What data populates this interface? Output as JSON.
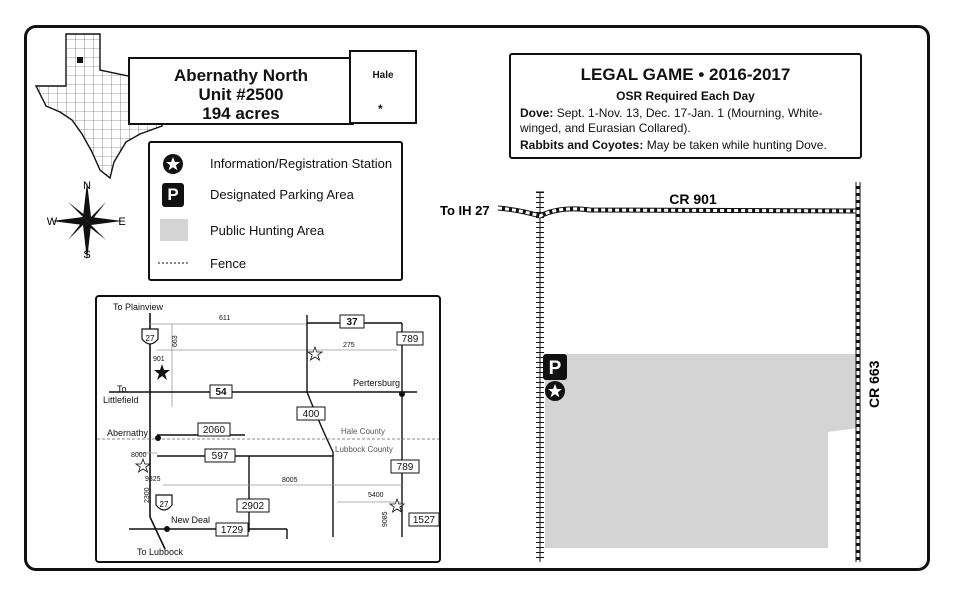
{
  "title": {
    "line1": "Abernathy North",
    "line2": "Unit #2500",
    "line3": "194 acres"
  },
  "county": {
    "name": "Hale",
    "marker": "*"
  },
  "legal_game": {
    "title": "LEGAL GAME • 2016-2017",
    "subtitle": "OSR Required Each Day",
    "dove_label": "Dove:",
    "dove_text": "Sept. 1-Nov. 13, Dec. 17-Jan. 1 (Mourning, White-winged, and Eurasian Collared).",
    "rabbits_label": "Rabbits and Coyotes:",
    "rabbits_text": "May be taken while hunting Dove."
  },
  "legend": {
    "station": "Information/Registration Station",
    "parking": "Designated Parking Area",
    "public_area": "Public Hunting Area",
    "fence": "Fence",
    "parking_symbol": "P"
  },
  "compass": {
    "n": "N",
    "s": "S",
    "e": "E",
    "w": "W"
  },
  "main_map": {
    "road_north": "CR 901",
    "road_east": "CR 663",
    "to_ih27": "To IH 27",
    "parking_symbol": "P"
  },
  "inset_map": {
    "to_plainview": "To Plainview",
    "to_littlefield_1": "To",
    "to_littlefield_2": "Littlefield",
    "to_lubbock": "To Lubbock",
    "abernathy": "Abernathy",
    "new_deal": "New Deal",
    "petersburg": "Pertersburg",
    "hale_county": "Hale County",
    "lubbock_county": "Lubbock County",
    "r611": "611",
    "r663": "663",
    "r901": "901",
    "r275": "275",
    "r37": "37",
    "r789a": "789",
    "r54": "54",
    "r400": "400",
    "r2060": "2060",
    "r8000": "8000",
    "r597": "597",
    "r789b": "789",
    "r8005": "8005",
    "r9325": "9325",
    "r2300": "2300",
    "r2902": "2902",
    "r5400": "5400",
    "r9085": "9085",
    "r1527": "1527",
    "r1729": "1729",
    "i27a": "27",
    "i27b": "27"
  }
}
